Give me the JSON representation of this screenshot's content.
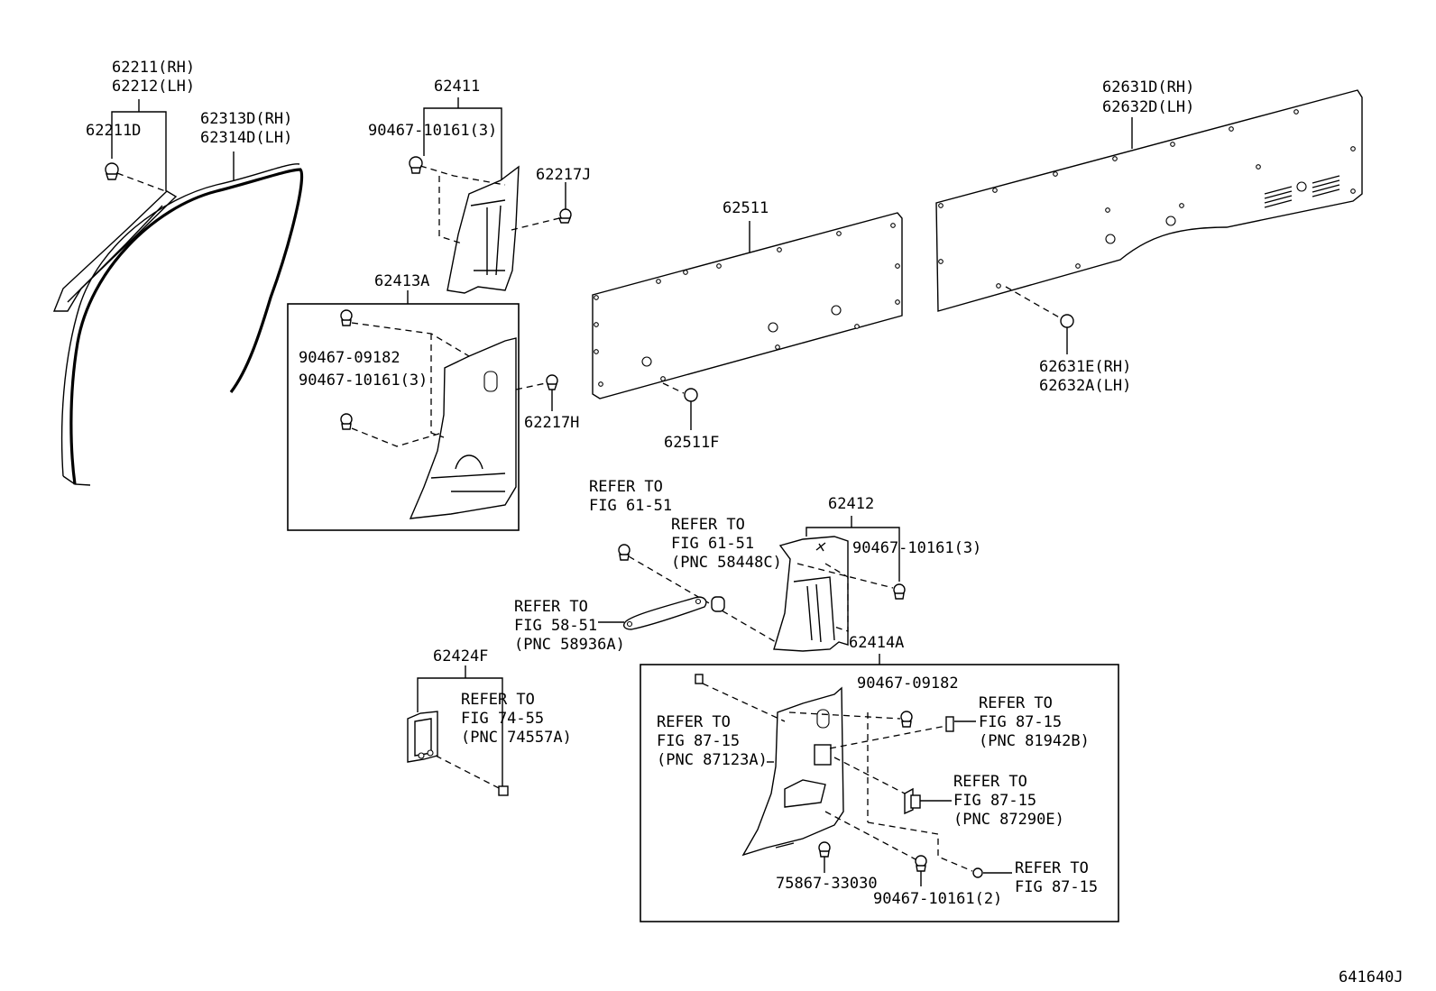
{
  "callouts": {
    "c62211": "62211(RH)",
    "c62212": "62212(LH)",
    "c62211d": "62211D",
    "c62313d": "62313D(RH)",
    "c62314d": "62314D(LH)",
    "c62411": "62411",
    "c90467_10161_3a": "90467-10161(3)",
    "c62217j": "62217J",
    "c62413a": "62413A",
    "c90467_09182a": "90467-09182",
    "c90467_10161_3b": "90467-10161(3)",
    "c62217h": "62217H",
    "c62511": "62511",
    "c62511f": "62511F",
    "c62631d": "62631D(RH)",
    "c62632d": "62632D(LH)",
    "c62631e": "62631E(RH)",
    "c62632a": "62632A(LH)",
    "c62412": "62412",
    "c90467_10161_3c": "90467-10161(3)",
    "c62414a": "62414A",
    "c62424f": "62424F",
    "c90467_09182b": "90467-09182",
    "c75867": "75867-33030",
    "c90467_10161_2": "90467-10161(2)"
  },
  "refers": {
    "r1": {
      "l1": "REFER TO",
      "l2": "FIG 61-51"
    },
    "r2": {
      "l1": "REFER TO",
      "l2": "FIG 61-51",
      "l3": "(PNC 58448C)"
    },
    "r3": {
      "l1": "REFER TO",
      "l2": "FIG 58-51",
      "l3": "(PNC 58936A)"
    },
    "r4": {
      "l1": "REFER TO",
      "l2": "FIG 74-55",
      "l3": "(PNC 74557A)"
    },
    "r5": {
      "l1": "REFER TO",
      "l2": "FIG 87-15",
      "l3": "(PNC 87123A)"
    },
    "r6": {
      "l1": "REFER TO",
      "l2": "FIG 87-15",
      "l3": "(PNC 81942B)"
    },
    "r7": {
      "l1": "REFER TO",
      "l2": "FIG 87-15",
      "l3": "(PNC 87290E)"
    },
    "r8": {
      "l1": "REFER TO",
      "l2": "FIG 87-15"
    }
  },
  "figure_id": "641640J"
}
